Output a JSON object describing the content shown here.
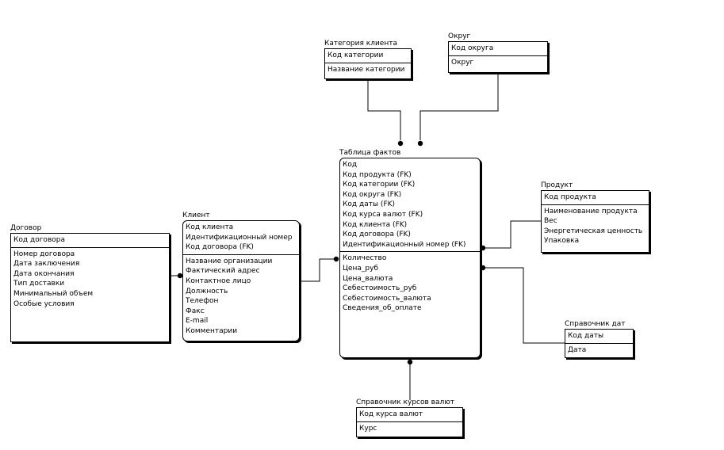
{
  "entities": {
    "category": {
      "title": "Категория клиента",
      "keys": [
        "Код категории"
      ],
      "attrs": [
        "Название категории"
      ]
    },
    "okrug": {
      "title": "Округ",
      "keys": [
        "Код округа"
      ],
      "attrs": [
        "Округ"
      ]
    },
    "facts": {
      "title": "Таблица фактов",
      "keys": [
        "Код",
        "Код продукта (FK)",
        "Код категории (FK)",
        "Код округа (FK)",
        "Код даты (FK)",
        "Код курса валют (FK)",
        "Код клиента (FK)",
        "Код договора (FK)",
        "Идентификационный номер (FK)"
      ],
      "attrs": [
        "Количество",
        "Цена_руб",
        "Цена_валюта",
        "Себестоимость_руб",
        "Себестоимость_валюта",
        "Сведения_об_оплате"
      ]
    },
    "product": {
      "title": "Продукт",
      "keys": [
        "Код продукта"
      ],
      "attrs": [
        "Наименование продукта",
        "Вес",
        "Энергетическая ценность",
        "Упаковка"
      ]
    },
    "client": {
      "title": "Клиент",
      "keys": [
        "Код клиента",
        "Идентификационный номер",
        "Код договора (FK)"
      ],
      "attrs": [
        "Название организации",
        "Фактический адрес",
        "Контактное лицо",
        "Должность",
        "Телефон",
        "Факс",
        "E-mail",
        "Комментарии"
      ]
    },
    "contract": {
      "title": "Договор",
      "keys": [
        "Код договора"
      ],
      "attrs": [
        "Номер договора",
        "Дата заключения",
        "Дата окончания",
        "Тип доставки",
        "Минимальный объем",
        "Особые условия"
      ]
    },
    "dates": {
      "title": "Справочник дат",
      "keys": [
        "Код даты"
      ],
      "attrs": [
        "Дата"
      ]
    },
    "currency": {
      "title": "Справочник курсов валют",
      "keys": [
        "Код курса валют"
      ],
      "attrs": [
        "Курс"
      ]
    }
  }
}
